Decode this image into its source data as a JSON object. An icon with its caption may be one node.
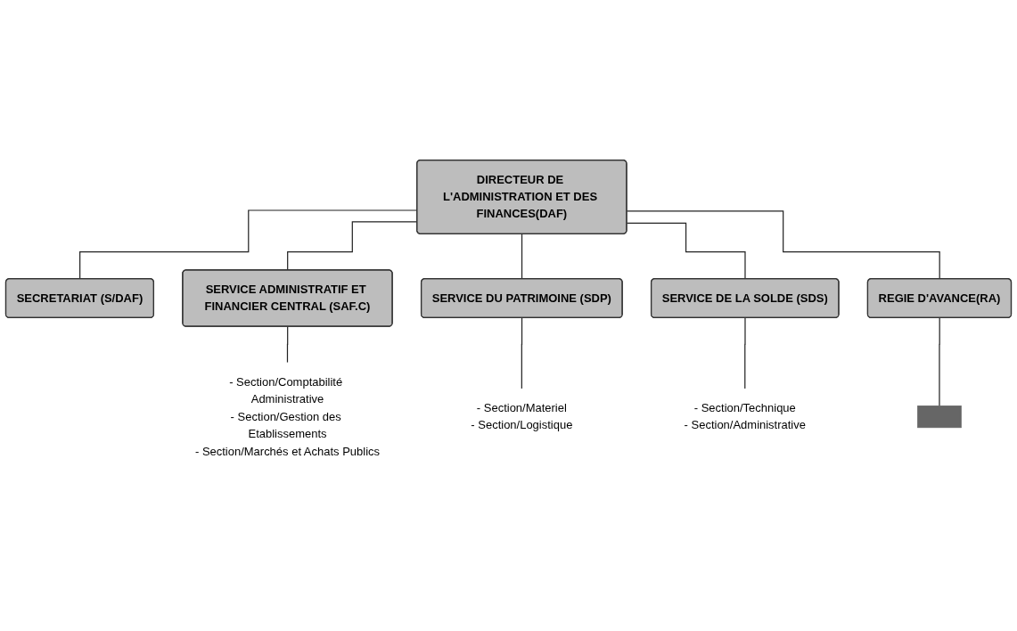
{
  "diagram": {
    "nodes": [
      {
        "text": [
          "DIRECTEUR DE L'ADMINISTRATION ET DES FINANCES(DAF)"
        ]
      },
      {
        "text": [
          "SECRETARIAT (S/DAF)"
        ]
      },
      {
        "text": [
          "SERVICE ADMINISTRATIF ET FINANCIER CENTRAL (SAF.C)"
        ]
      },
      {
        "text": [
          "SERVICE DU PATRIMOINE (SDP)"
        ]
      },
      {
        "text": [
          "SERVICE DE LA SOLDE (SDS)"
        ]
      },
      {
        "text": [
          "REGIE D'AVANCE(RA)"
        ]
      },
      {
        "text": [
          "- Section/Comptabilité Administrative",
          "- Section/Gestion des Etablissements",
          "- Section/Marchés et Achats Publics"
        ]
      },
      {
        "text": [
          "- Section/Materiel",
          "- Section/Logistique"
        ]
      },
      {
        "text": [
          "- Section/Technique",
          "- Section/Administrative"
        ]
      },
      {
        "text": [],
        "shape": "bar"
      }
    ],
    "edges": [
      {
        "from": 0,
        "to": 1,
        "arrow": "none"
      },
      {
        "from": 0,
        "to": 2,
        "arrow": "none"
      },
      {
        "from": 0,
        "to": 3,
        "arrow": "none"
      },
      {
        "from": 0,
        "to": 4,
        "arrow": "none"
      },
      {
        "from": 0,
        "to": 5,
        "arrow": "none"
      },
      {
        "from": 2,
        "to": 6,
        "arrow": "none"
      },
      {
        "from": 3,
        "to": 7,
        "arrow": "none"
      },
      {
        "from": 4,
        "to": 8,
        "arrow": "none"
      },
      {
        "from": 5,
        "to": 9,
        "arrow": "none"
      }
    ]
  }
}
